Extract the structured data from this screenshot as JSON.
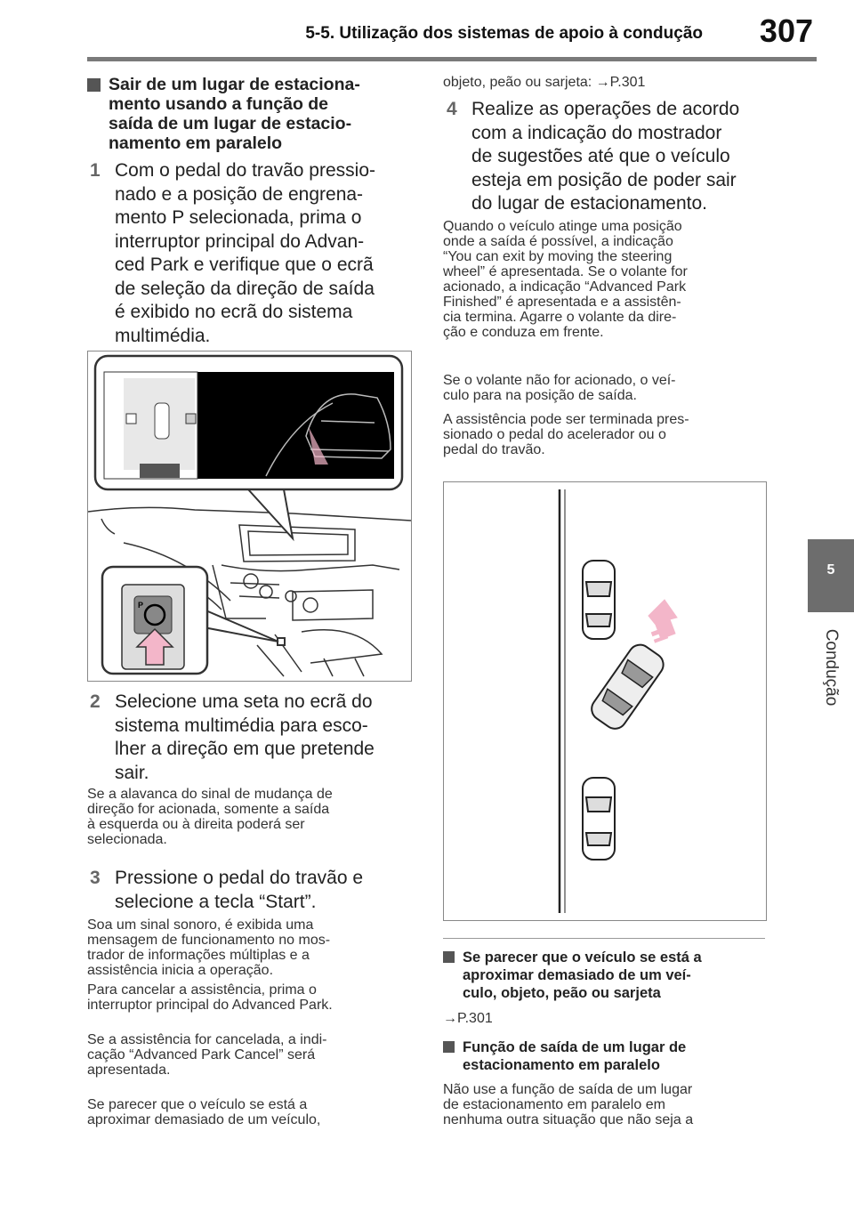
{
  "header": {
    "section_title": "5-5. Utilização dos sistemas de apoio à condução",
    "page_number": "307"
  },
  "side_tab": {
    "chapter_number": "5",
    "chapter_label": "Condução"
  },
  "left": {
    "heading": "Sair de um lugar de estaciona- mento usando a função de saída de um lugar de estacio- namento em paralelo",
    "heading_lines": [
      "Sair de um lugar de estaciona-",
      "mento usando a função de",
      "saída de um lugar de estacio-",
      "namento em paralelo"
    ],
    "step1": {
      "num": "1",
      "lines": [
        "Com o pedal do travão pressio-",
        "nado e a posição de engrena-",
        "mento P selecionada, prima o",
        "interruptor principal do Advan-",
        "ced Park e verifique que o ecrã",
        "de seleção da direção de saída",
        "é exibido no ecrã do sistema",
        "multimédia."
      ]
    },
    "figure1": {
      "switch_label": "P"
    },
    "step2": {
      "num": "2",
      "lines": [
        "Selecione uma seta no ecrã do",
        "sistema multimédia para esco-",
        "lher a direção em que pretende",
        "sair."
      ]
    },
    "step2_note": [
      "Se a alavanca do sinal de mudança de",
      "direção for acionada, somente a saída",
      "à esquerda ou à direita poderá ser",
      "selecionada."
    ],
    "step3": {
      "num": "3",
      "lines": [
        "Pressione o pedal do travão e",
        "selecione a tecla “Start”."
      ]
    },
    "step3_note1": [
      "Soa um sinal sonoro, é exibida uma",
      "mensagem de funcionamento no mos-",
      "trador de informações múltiplas e a",
      "assistência inicia a operação."
    ],
    "step3_note2": [
      "Para cancelar a assistência, prima o",
      "interruptor principal do Advanced Park."
    ],
    "step3_note3": [
      "Se a assistência for cancelada, a indi-",
      "cação “Advanced Park Cancel” será",
      "apresentada."
    ],
    "step3_note4": [
      "Se parecer que o veículo se está a",
      "aproximar demasiado de um veículo,"
    ]
  },
  "right": {
    "cont_line": "objeto, peão ou sarjeta: →P.301",
    "step4": {
      "num": "4",
      "lines": [
        "Realize as operações de acordo",
        "com a indicação do mostrador",
        "de sugestões até que o veículo",
        "esteja em posição de poder sair",
        "do lugar de estacionamento."
      ]
    },
    "step4_note1": [
      "Quando o veículo atinge uma posição",
      "onde a saída é possível, a indicação",
      "“You can exit by moving the steering",
      "wheel” é apresentada. Se o volante for",
      "acionado, a indicação “Advanced Park",
      "Finished” é apresentada e a assistên-",
      "cia termina. Agarre o volante da dire-",
      "ção e conduza em frente."
    ],
    "step4_note2": [
      "Se o volante não for acionado, o veí-",
      "culo para na posição de saída."
    ],
    "step4_note3": [
      "A assistência pode ser terminada pres-",
      "sionado o pedal do acelerador ou o",
      "pedal do travão."
    ],
    "sub1_heading": [
      "Se parecer que o veículo se está a",
      "aproximar demasiado de um veí-",
      "culo, objeto, peão ou sarjeta"
    ],
    "sub1_ref": "→P.301",
    "sub2_heading": [
      "Função de saída de um lugar de",
      "estacionamento em paralelo"
    ],
    "sub2_text": [
      "Não use a função de saída de um lugar",
      "de estacionamento em paralelo em",
      "nenhuma outra situação que não seja a"
    ]
  },
  "colors": {
    "accent_pink": "#f3b6c9",
    "gray_tab": "#6d6d6d",
    "rule": "#7a7a7a"
  }
}
